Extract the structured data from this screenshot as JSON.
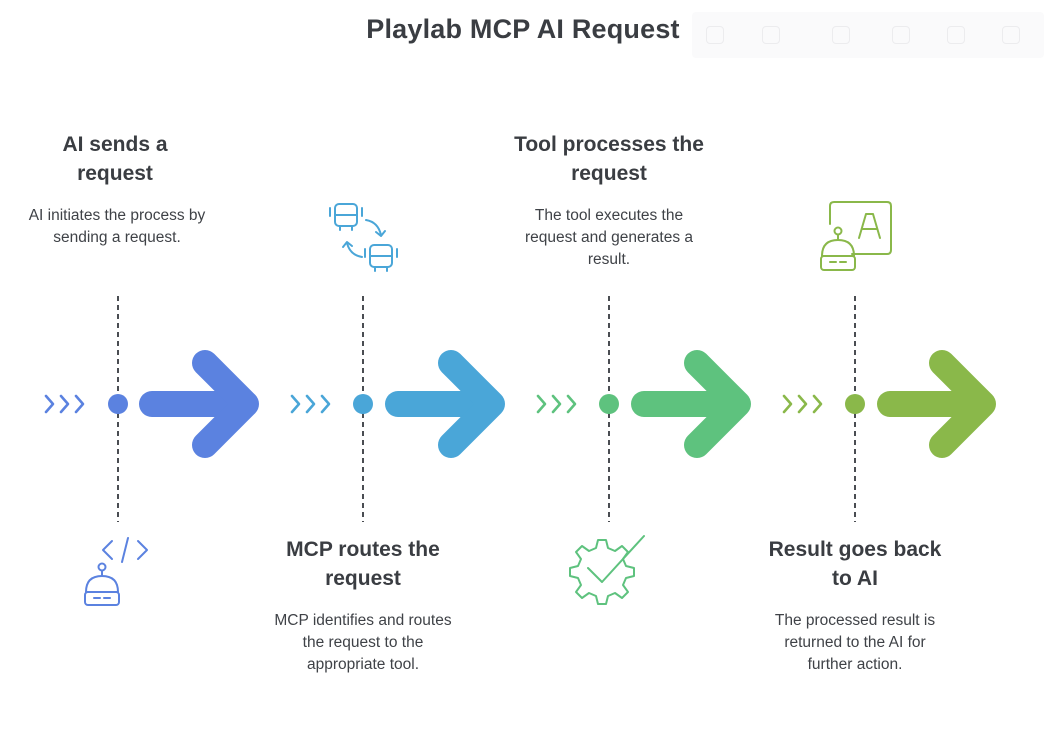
{
  "title": "Playlab MCP AI Request",
  "steps": [
    {
      "heading": "AI sends a request",
      "description": "AI initiates the process by sending a request.",
      "icon": "robot-code-icon",
      "color": "#5b82e0"
    },
    {
      "heading": "MCP routes the request",
      "description": "MCP identifies and routes the request to the appropriate tool.",
      "icon": "bus-exchange-icon",
      "color": "#4aa6d8"
    },
    {
      "heading": "Tool processes the request",
      "description": "The tool executes the request and generates a result.",
      "icon": "gear-check-icon",
      "color": "#5ec27e"
    },
    {
      "heading": "Result goes back to AI",
      "description": "The processed result is returned to the AI for further action.",
      "icon": "robot-letter-icon",
      "color": "#8ab84a"
    }
  ]
}
